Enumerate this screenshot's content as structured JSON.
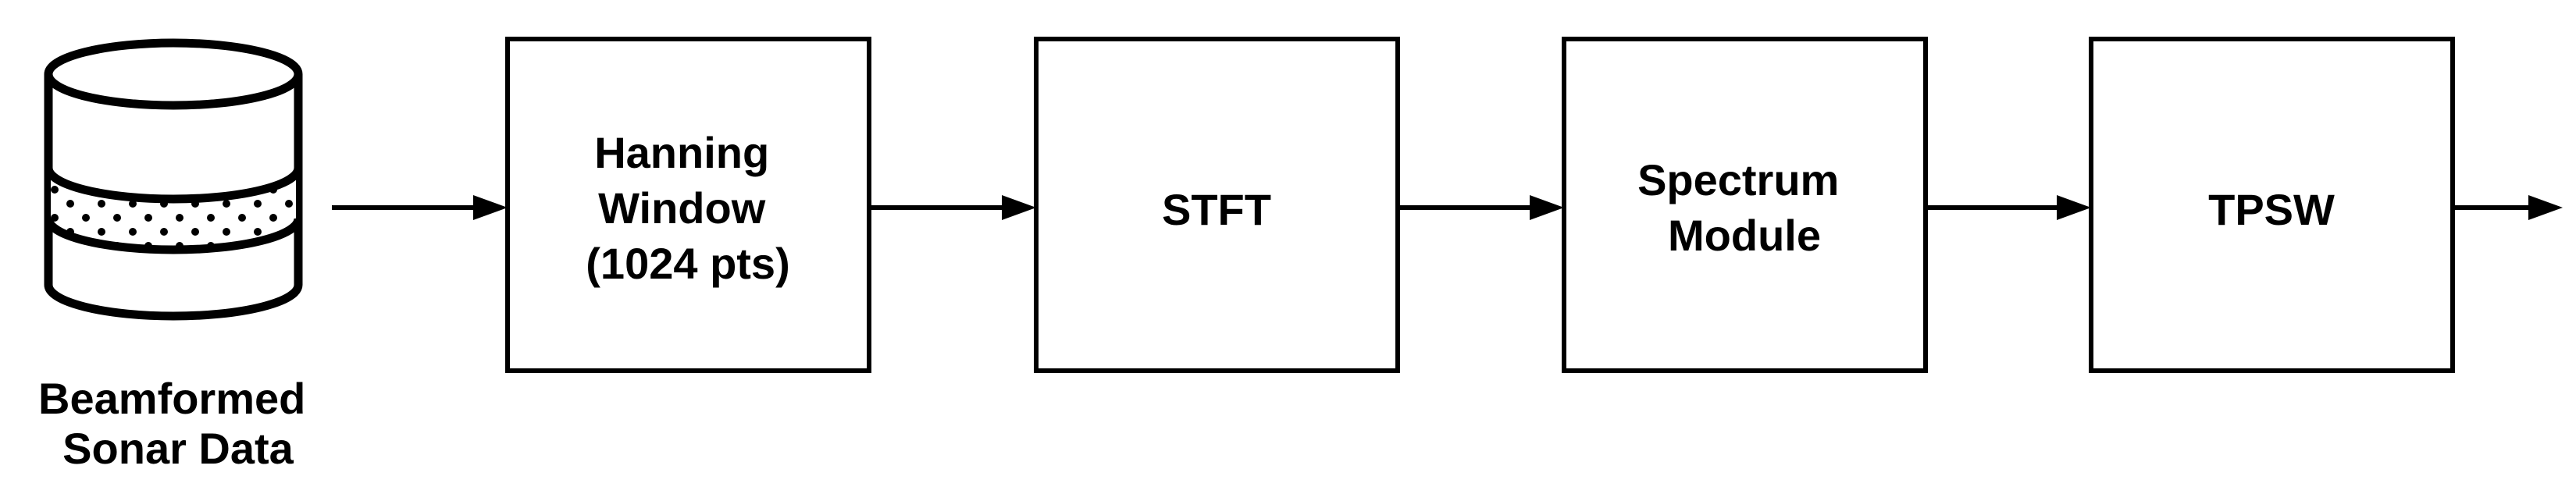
{
  "diagram": {
    "source": {
      "label_line1": "Beamformed",
      "label_line2": "Sonar Data",
      "icon": "database-icon"
    },
    "blocks": [
      {
        "id": "hanning",
        "lines": [
          "Hanning",
          "Window",
          "(1024 pts)"
        ]
      },
      {
        "id": "stft",
        "lines": [
          "STFT"
        ]
      },
      {
        "id": "spectrum",
        "lines": [
          "Spectrum",
          "Module"
        ]
      },
      {
        "id": "tpsw",
        "lines": [
          "TPSW"
        ]
      }
    ],
    "colors": {
      "stroke": "#000000",
      "background": "#ffffff"
    }
  }
}
